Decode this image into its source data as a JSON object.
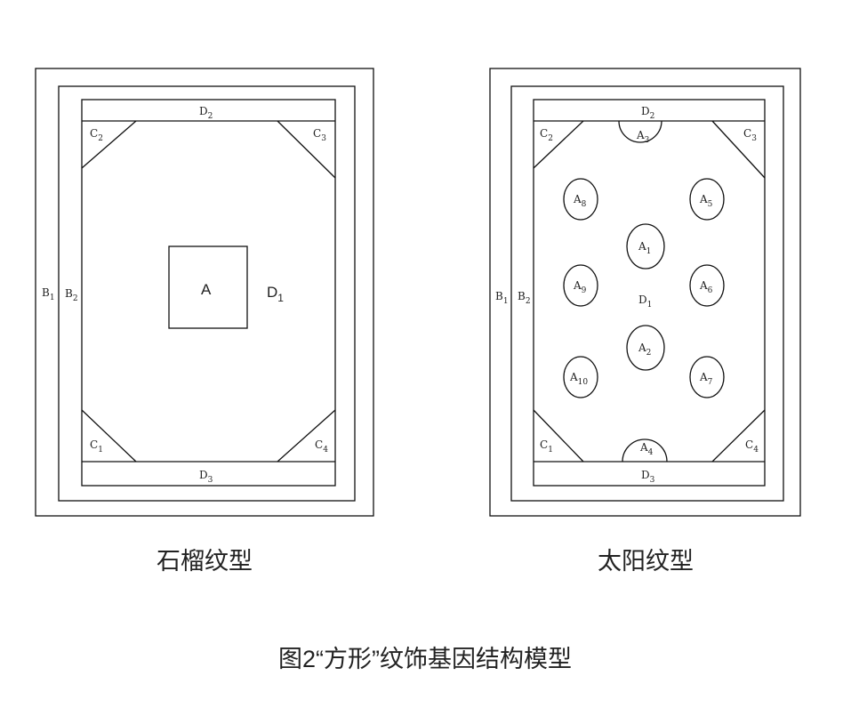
{
  "figure_caption": "图2“方形”纹饰基因结构模型",
  "panels": [
    {
      "id": "pomegranate",
      "title": "石榴纹型",
      "labels": {
        "B1": "B1",
        "B2": "B2",
        "D1": "D1",
        "D2": "D2",
        "D3": "D3",
        "C1": "C1",
        "C2": "C2",
        "C3": "C3",
        "C4": "C4",
        "A": "A"
      }
    },
    {
      "id": "sun",
      "title": "太阳纹型",
      "labels": {
        "B1": "B1",
        "B2": "B2",
        "D1": "D1",
        "D2": "D2",
        "D3": "D3",
        "C1": "C1",
        "C2": "C2",
        "C3": "C3",
        "C4": "C4",
        "A1": "A1",
        "A2": "A2",
        "A3": "A3",
        "A4": "A4",
        "A5": "A5",
        "A6": "A6",
        "A7": "A7",
        "A8": "A8",
        "A9": "A9",
        "A10": "A10"
      }
    }
  ]
}
